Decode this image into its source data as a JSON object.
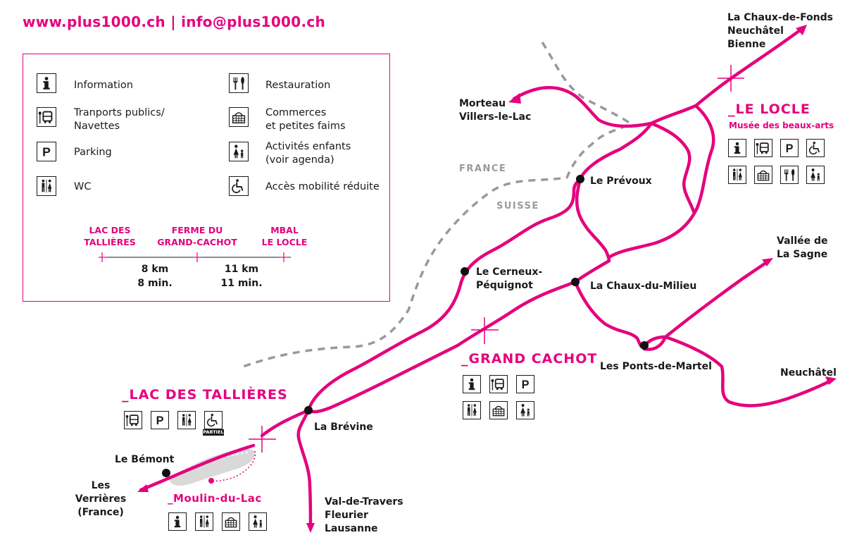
{
  "header": {
    "website": "www.plus1000.ch",
    "separator": "|",
    "email": "info@plus1000.ch"
  },
  "colors": {
    "accent": "#e5007d",
    "border_grey": "#999999",
    "lake": "#d9d9d9",
    "text": "#1a1a1a"
  },
  "legend": {
    "items": [
      {
        "icon": "info-icon",
        "label": "Information"
      },
      {
        "icon": "bus-icon",
        "label": "Tranports publics/\nNavettes"
      },
      {
        "icon": "parking-icon",
        "label": "Parking"
      },
      {
        "icon": "wc-icon",
        "label": "WC"
      },
      {
        "icon": "restaurant-icon",
        "label": "Restauration"
      },
      {
        "icon": "basket-icon",
        "label": "Commerces\net petites faims"
      },
      {
        "icon": "family-icon",
        "label": "Activités enfants\n(voir agenda)"
      },
      {
        "icon": "wheelchair-icon",
        "label": "Accès mobilité réduite"
      }
    ],
    "distances": {
      "stops": [
        "LAC DES\nTALLIÈRES",
        "FERME DU\nGRAND-CACHOT",
        "MBAL\nLE LOCLE"
      ],
      "segments": [
        {
          "km": "8 km",
          "time": "8 min."
        },
        {
          "km": "11 km",
          "time": "11 min."
        }
      ]
    }
  },
  "map": {
    "countries": {
      "france": "FRANCE",
      "suisse": "SUISSE"
    },
    "places": {
      "la_chaux_de_fonds": "La Chaux-de-Fonds\nNeuchâtel\nBienne",
      "morteau": "Morteau\nVillers-le-Lac",
      "le_prevoux": "Le Prévoux",
      "le_cerneux": "Le Cerneux-\nPéquignot",
      "la_chaux_du_milieu": "La Chaux-du-Milieu",
      "vallee_de_la_sagne": "Vallée de\nLa Sagne",
      "les_ponts_de_martel": "Les Ponts-de-Martel",
      "neuchatel": "Neuchâtel",
      "la_brevine": "La Brévine",
      "le_bemont": "Le Bémont",
      "les_verrieres": "Les Verrières\n(France)",
      "val_de_travers": "Val-de-Travers\nFleurier\nLausanne"
    },
    "stations": {
      "le_locle": {
        "title": "_LE LOCLE",
        "subtitle": "Musée des beaux-arts",
        "icons": [
          "info-icon",
          "bus-icon",
          "parking-icon",
          "wheelchair-icon",
          "wc-icon",
          "basket-icon",
          "restaurant-icon",
          "family-icon"
        ]
      },
      "grand_cachot": {
        "title": "_GRAND CACHOT",
        "icons": [
          "info-icon",
          "bus-icon",
          "parking-icon",
          "wc-icon",
          "basket-icon",
          "family-icon"
        ]
      },
      "lac_des_tallieres": {
        "title": "_LAC DES TALLIÈRES",
        "icons": [
          "bus-icon",
          "parking-icon",
          "wc-icon",
          "wheelchair-icon"
        ],
        "wheelchair_note": "PARTIEL"
      },
      "moulin_du_lac": {
        "title": "_Moulin-du-Lac",
        "icons": [
          "info-icon",
          "wc-icon",
          "basket-icon",
          "family-icon"
        ]
      }
    }
  }
}
